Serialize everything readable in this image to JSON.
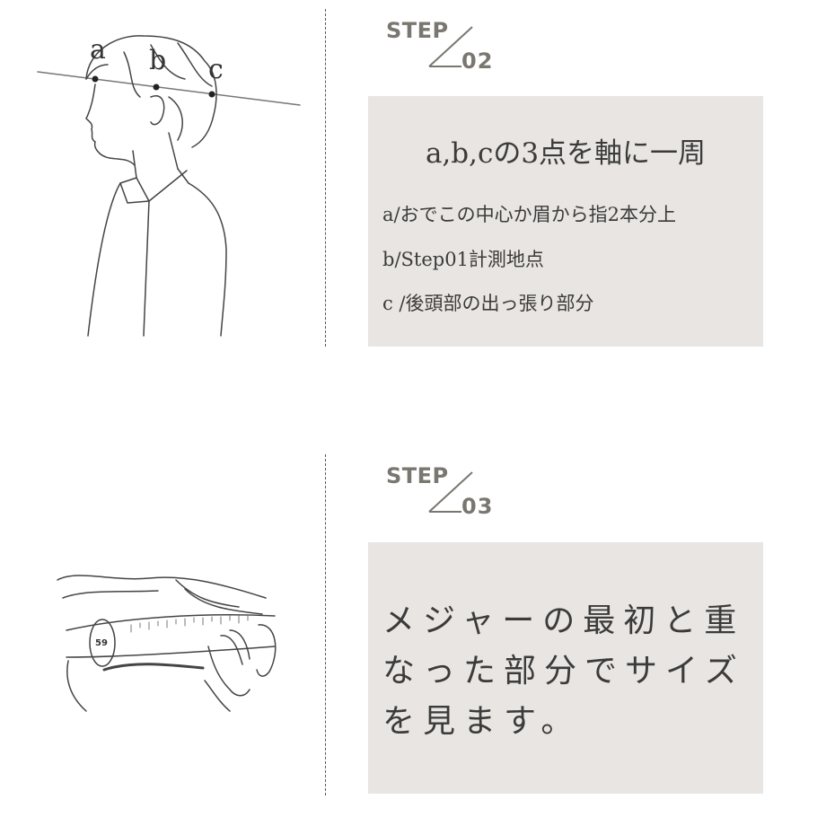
{
  "step2": {
    "step_label": "STEP",
    "step_number": "02",
    "illustration": {
      "point_a": "a",
      "point_b": "b",
      "point_c": "c"
    },
    "title": "a,b,cの3点を軸に一周",
    "lines": [
      "a/おでこの中心か眉から指2本分上",
      "b/Step01計測地点",
      "c /後頭部の出っ張り部分"
    ]
  },
  "step3": {
    "step_label": "STEP",
    "step_number": "03",
    "illustration": {
      "tape_reading": "59"
    },
    "message_lines": [
      "メジャーの最初と重",
      "なった部分でサイズ",
      "を見ます。"
    ]
  },
  "colors": {
    "panel_bg": "#e8e5e2",
    "step_text": "#7a7771",
    "body_text": "#3b3b3b",
    "line_art": "#444444"
  }
}
